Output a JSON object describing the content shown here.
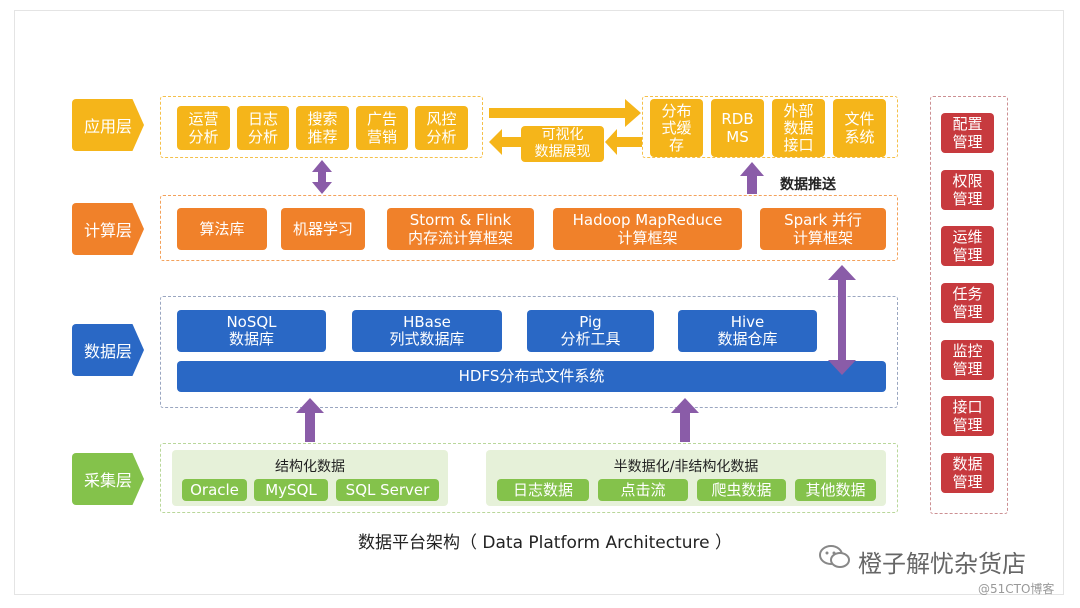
{
  "layers": {
    "app": "应用层",
    "compute": "计算层",
    "data": "数据层",
    "collect": "采集层"
  },
  "app": {
    "items": [
      "运营\n分析",
      "日志\n分析",
      "搜索\n推荐",
      "广告\n营销",
      "风控\n分析"
    ],
    "visualization": "可视化\n数据展现",
    "stores": [
      "分布\n式缓\n存",
      "RDB\nMS",
      "外部\n数据\n接口",
      "文件\n系统"
    ]
  },
  "compute": {
    "items": [
      "算法库",
      "机器学习",
      "Storm & Flink\n内存流计算框架",
      "Hadoop MapReduce\n计算框架",
      "Spark 并行\n计算框架"
    ],
    "push_label": "数据推送"
  },
  "data": {
    "stores": [
      "NoSQL\n数据库",
      "HBase\n列式数据库",
      "Pig\n分析工具",
      "Hive\n数据仓库"
    ],
    "hdfs": "HDFS分布式文件系统"
  },
  "collect": {
    "structured": {
      "title": "结构化数据",
      "items": [
        "Oracle",
        "MySQL",
        "SQL Server"
      ]
    },
    "semi": {
      "title": "半数据化/非结构化数据",
      "items": [
        "日志数据",
        "点击流",
        "爬虫数据",
        "其他数据"
      ]
    }
  },
  "management": [
    "配置\n管理",
    "权限\n管理",
    "运维\n管理",
    "任务\n管理",
    "监控\n管理",
    "接口\n管理",
    "数据\n管理"
  ],
  "caption": "数据平台架构（ Data Platform Architecture ）",
  "watermark": {
    "name": "橙子解忧杂货店",
    "site": "@51CTO博客"
  },
  "colors": {
    "yellow": "#f5b51a",
    "orange": "#f0812a",
    "blue": "#2a68c5",
    "green": "#84c24b",
    "red": "#c73a3e",
    "arrow": "#8a5ca8"
  }
}
